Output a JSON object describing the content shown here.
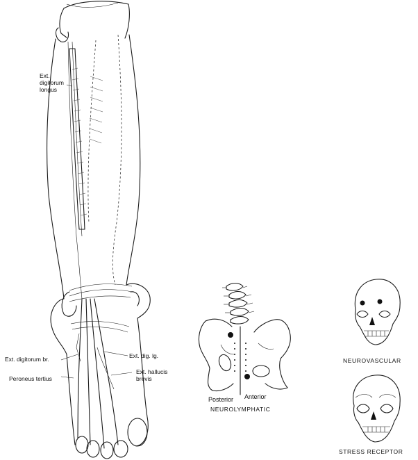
{
  "leg_labels": {
    "ext_digitorum_longus": [
      "Ext.",
      "digitorum",
      "longus"
    ],
    "ext_digitorum_br": "Ext. digitorum br.",
    "peroneus_tertius": "Peroneus tertius",
    "ext_dig_lg": "Ext. dig. lg.",
    "ext_hallucis_brevis": [
      "Ext. hallucis",
      "brevis"
    ]
  },
  "neurolymphatic": {
    "posterior_label": "Posterior",
    "anterior_label": "Anterior",
    "caption": "NEUROLYMPHATIC"
  },
  "neurovascular": {
    "caption": "NEUROVASCULAR"
  },
  "stress_receptor": {
    "caption": "STRESS RECEPTOR"
  }
}
